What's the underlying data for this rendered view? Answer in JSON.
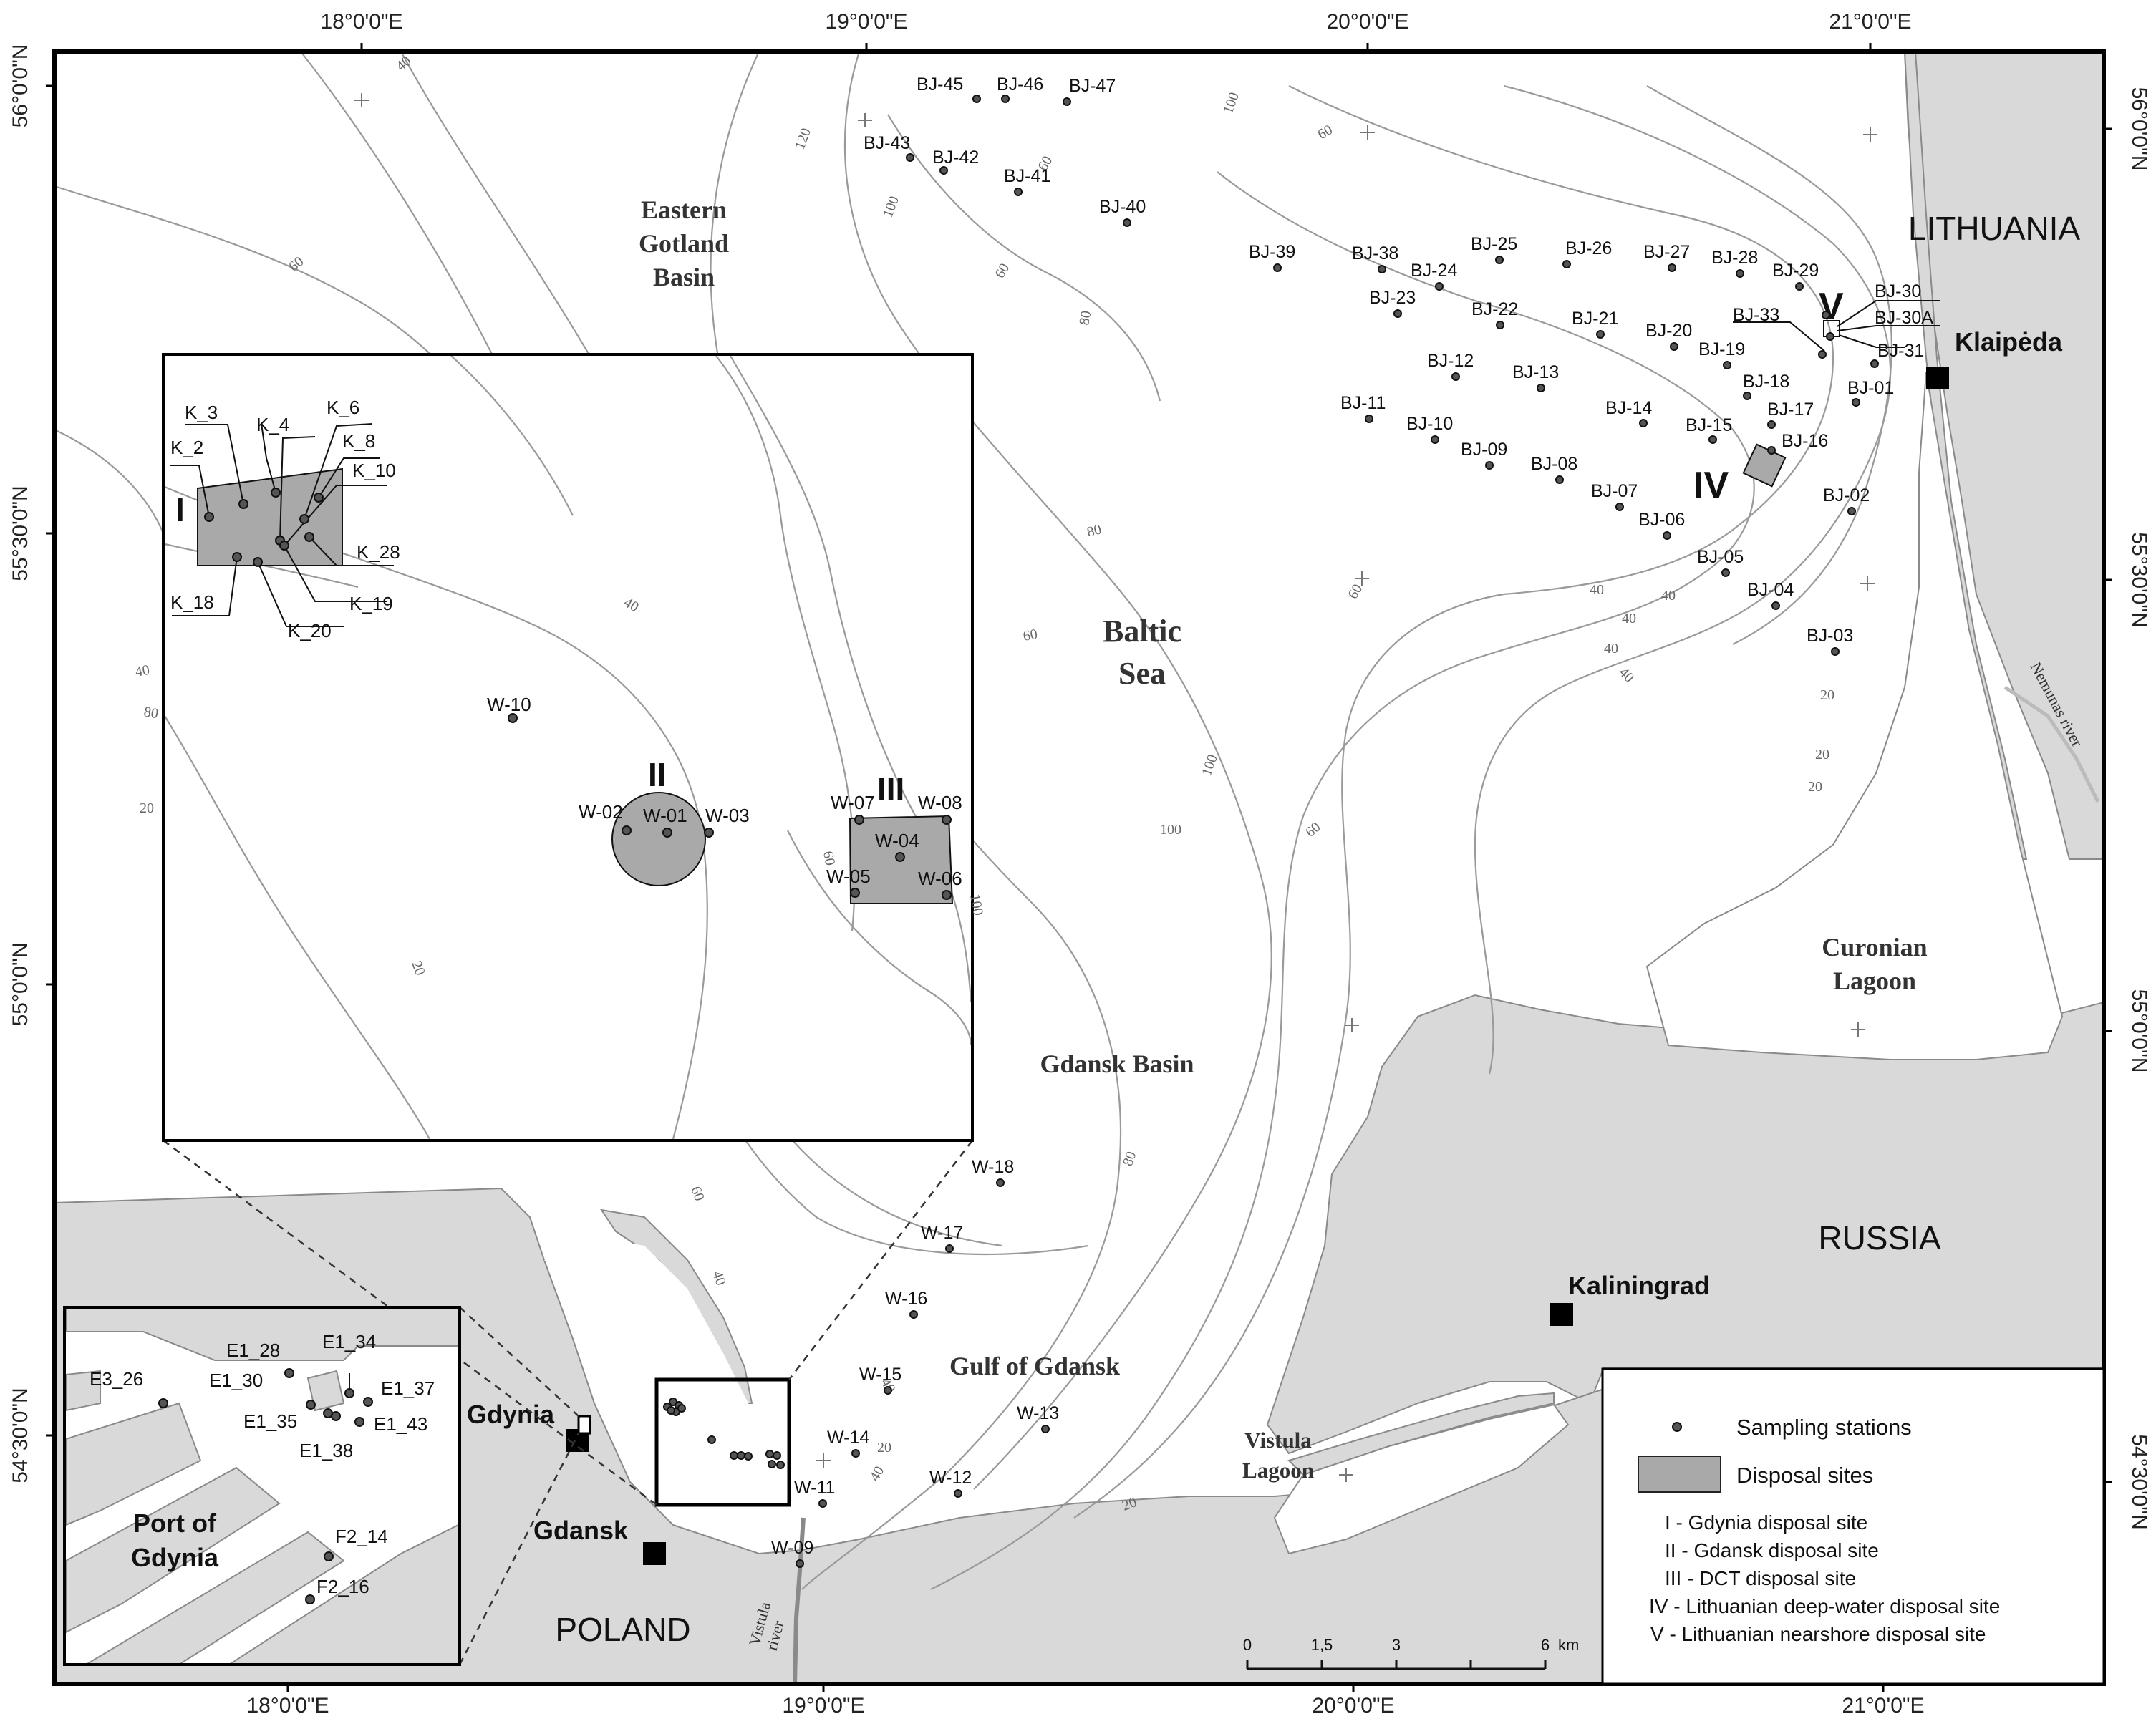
{
  "graticule": {
    "lon_labels": [
      "18°0'0\"E",
      "19°0'0\"E",
      "20°0'0\"E",
      "21°0'0\"E"
    ],
    "lat_labels": [
      "56°0'0\"N",
      "55°30'0\"N",
      "55°0'0\"N",
      "54°30'0\"N"
    ]
  },
  "places": {
    "eastern_gotland_basin": [
      "Eastern",
      "Gotland",
      "Basin"
    ],
    "gulf_of_gdansk": "Gulf of Gdansk",
    "baltic_sea": [
      "Baltic",
      "Sea"
    ],
    "gdansk_basin": "Gdansk Basin",
    "curonian_lagoon": [
      "Curonian",
      "Lagoon"
    ],
    "vistula_lagoon": [
      "Vistula",
      "Lagoon"
    ],
    "nemunas_river": "Nemunas river",
    "vistula_river": [
      "Vistula",
      "river"
    ],
    "port_of_gdynia": [
      "Port of",
      "Gdynia"
    ]
  },
  "countries": {
    "lithuania": "LITHUANIA",
    "russia": "RUSSIA",
    "poland": "POLAND"
  },
  "cities": {
    "klaipeda": "Klaipėda",
    "kaliningrad": "Kaliningrad",
    "gdynia": "Gdynia",
    "gdansk": "Gdansk"
  },
  "disposal_sites": {
    "I": "I",
    "II": "II",
    "III": "III",
    "IV": "IV",
    "V": "V"
  },
  "stations_main": [
    "BJ-45",
    "BJ-46",
    "BJ-47",
    "BJ-43",
    "BJ-42",
    "BJ-41",
    "BJ-40",
    "BJ-39",
    "BJ-38",
    "BJ-24",
    "BJ-25",
    "BJ-26",
    "BJ-27",
    "BJ-28",
    "BJ-29",
    "BJ-30",
    "BJ-30A",
    "BJ-31",
    "BJ-33",
    "BJ-23",
    "BJ-22",
    "BJ-21",
    "BJ-20",
    "BJ-19",
    "BJ-18",
    "BJ-17",
    "BJ-16",
    "BJ-01",
    "BJ-12",
    "BJ-13",
    "BJ-11",
    "BJ-10",
    "BJ-14",
    "BJ-15",
    "BJ-09",
    "BJ-08",
    "BJ-07",
    "BJ-06",
    "BJ-05",
    "BJ-04",
    "BJ-02",
    "BJ-03",
    "W-18",
    "W-17",
    "W-16",
    "W-15",
    "W-14",
    "W-13",
    "W-12",
    "W-11",
    "W-09"
  ],
  "stations_inset_gulf": [
    "K_3",
    "K_6",
    "K_4",
    "K_8",
    "K_2",
    "K_10",
    "K_28",
    "K_19",
    "K_18",
    "K_20",
    "W-10",
    "W-02",
    "W-01",
    "W-03",
    "W-07",
    "W-08",
    "W-04",
    "W-05",
    "W-06"
  ],
  "stations_inset_port": [
    "E1_28",
    "E1_34",
    "E3_26",
    "E1_30",
    "E1_37",
    "E1_35",
    "E1_43",
    "E1_38",
    "F2_14",
    "F2_16"
  ],
  "depth_labels": [
    "40",
    "60",
    "40",
    "20",
    "80",
    "120",
    "100",
    "60",
    "60",
    "80",
    "60",
    "40",
    "40",
    "40",
    "20",
    "20",
    "20",
    "100",
    "100",
    "60",
    "80",
    "40",
    "60",
    "60",
    "40",
    "20",
    "40",
    "20",
    "60",
    "100",
    "80",
    "40",
    "40"
  ],
  "legend": {
    "sampling_stations": "Sampling stations",
    "disposal_sites": "Disposal sites",
    "items": [
      "I - Gdynia disposal site",
      "II - Gdansk disposal site",
      "III - DCT disposal site",
      "IV - Lithuanian deep-water disposal site",
      "V - Lithuanian nearshore disposal site"
    ]
  },
  "scale_bar": {
    "ticks": [
      "0",
      "1,5",
      "3",
      "6"
    ],
    "unit": "km"
  },
  "colors": {
    "land": "#d9d9d9",
    "site": "#a9a9a9",
    "isobath": "#9a9a9a",
    "frame": "#000000"
  }
}
